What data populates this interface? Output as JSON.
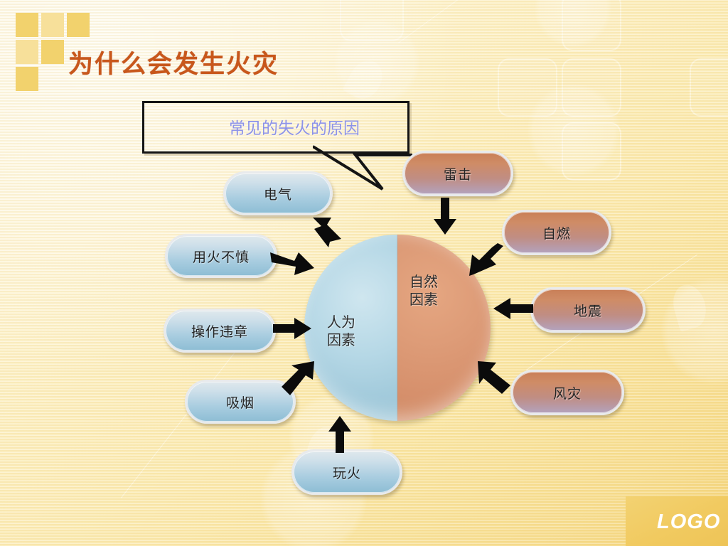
{
  "slide": {
    "title": "为什么会发生火灾",
    "title_color": "#c8571b",
    "background_colors": [
      "#fdf6dc",
      "#f3d277"
    ]
  },
  "callout": {
    "text": "常见的失火的原因",
    "text_color": "#8d93e8",
    "border_color": "#141414"
  },
  "center": {
    "left_half": {
      "label": "人为\n因素",
      "color": "#a9cfdf"
    },
    "right_half": {
      "label": "自然\n因素",
      "color": "#dd9b77"
    }
  },
  "human_factors": [
    {
      "label": "电气"
    },
    {
      "label": "用火不慎"
    },
    {
      "label": "操作违章"
    },
    {
      "label": "吸烟"
    },
    {
      "label": "玩火"
    }
  ],
  "natural_factors": [
    {
      "label": "雷击"
    },
    {
      "label": "自燃"
    },
    {
      "label": "地震"
    },
    {
      "label": "风灾"
    }
  ],
  "footer": {
    "logo": "LOGO"
  }
}
